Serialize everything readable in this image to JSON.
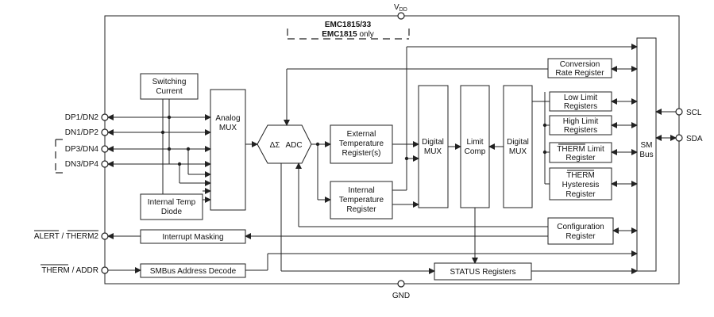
{
  "power": {
    "vdd": "V",
    "vdd_sub": "DD",
    "gnd": "GND"
  },
  "variant_note": {
    "line1": "EMC1815/33",
    "line2_bold": "EMC1815",
    "line2_rest": " only"
  },
  "pins": {
    "dp1_dn2": "DP1/DN2",
    "dn1_dp2": "DN1/DP2",
    "dp3_dn4": "DP3/DN4",
    "dn3_dp4": "DN3/DP4",
    "alert": "ALERT",
    "alert_sep": " / ",
    "therm2": "THERM2",
    "therm": "THERM",
    "therm_sep": " / ADDR",
    "scl": "SCL",
    "sda": "SDA"
  },
  "blocks": {
    "switching_current": [
      "Switching",
      "Current"
    ],
    "analog_mux": [
      "Analog",
      "MUX"
    ],
    "internal_temp_diode": [
      "Internal Temp",
      "Diode"
    ],
    "delta_sigma": "ΔΣ",
    "adc": "ADC",
    "external_temp_register": [
      "External",
      "Temperature",
      "Register(s)"
    ],
    "internal_temp_register": [
      "Internal",
      "Temperature",
      "Register"
    ],
    "digital_mux_1": [
      "Digital",
      "MUX"
    ],
    "limit_comp": [
      "Limit",
      "Comp"
    ],
    "digital_mux_2": [
      "Digital",
      "MUX"
    ],
    "conversion_rate_register": [
      "Conversion",
      "Rate Register"
    ],
    "low_limit_registers": [
      "Low Limit",
      "Registers"
    ],
    "high_limit_registers": [
      "High Limit",
      "Registers"
    ],
    "therm_limit_register": {
      "over": "THERM",
      "rest": " Limit",
      "line2": "Register"
    },
    "therm_hysteresis_register": {
      "over": "THERM",
      "line2": "Hysteresis",
      "line3": "Register"
    },
    "configuration_register": [
      "Configuration",
      "Register"
    ],
    "sm_bus": [
      "SM",
      "Bus"
    ],
    "interrupt_masking": "Interrupt Masking",
    "smbus_address_decode": "SMBus Address Decode",
    "status_registers": "STATUS Registers"
  }
}
